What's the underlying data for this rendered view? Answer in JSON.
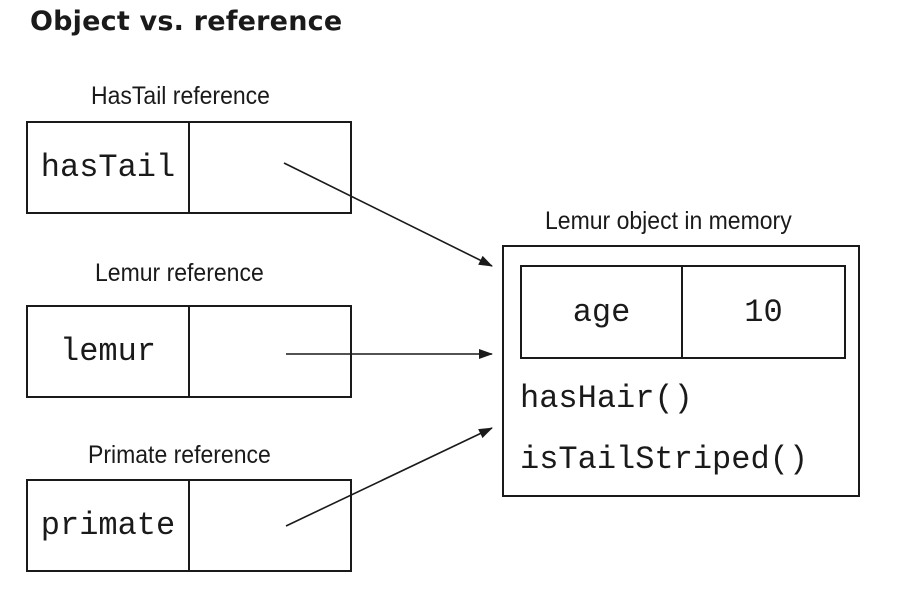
{
  "diagram": {
    "title": "Object vs. reference",
    "references": [
      {
        "caption": "HasTail reference",
        "name": "hasTail"
      },
      {
        "caption": "Lemur reference",
        "name": "lemur"
      },
      {
        "caption": "Primate reference",
        "name": "primate"
      }
    ],
    "object": {
      "caption": "Lemur object in memory",
      "field": {
        "name": "age",
        "value": "10"
      },
      "methods": [
        "hasHair()",
        "isTailStriped()"
      ]
    }
  }
}
